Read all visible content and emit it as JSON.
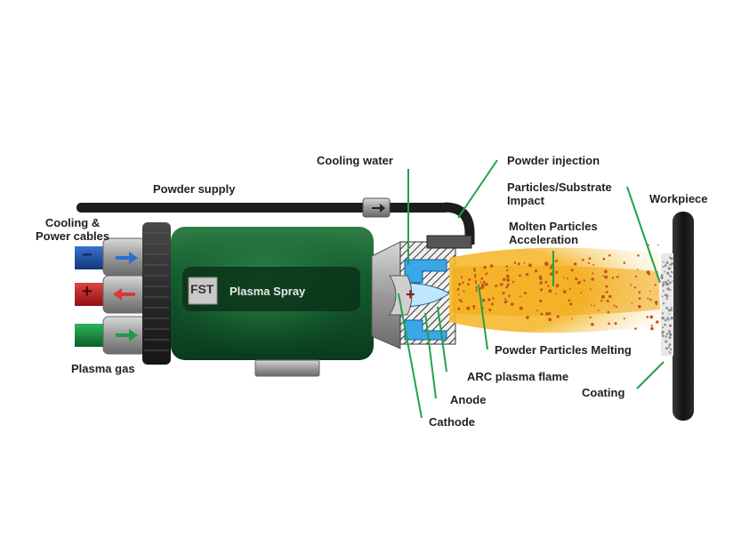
{
  "diagram": {
    "brand": {
      "logo": "FST",
      "product": "Plasma Spray"
    },
    "labels": {
      "cooling_water": "Cooling water",
      "powder_injection": "Powder injection",
      "powder_supply": "Powder supply",
      "particles_substrate_impact": "Particles/Substrate\nImpact",
      "workpiece": "Workpiece",
      "cooling_power_cables": "Cooling &\nPower cables",
      "molten_particles_acceleration": "Molten Particles\nAcceleration",
      "powder_particles_melting": "Powder Particles Melting",
      "arc_plasma_flame": "ARC plasma flame",
      "plasma_gas": "Plasma gas",
      "anode": "Anode",
      "coating": "Coating",
      "cathode": "Cathode"
    },
    "symbols": {
      "minus": "−",
      "plus": "+"
    },
    "icons": [
      "fitting-arrow-icon",
      "inlet-arrow-icon",
      "outlet-arrow-icon",
      "gas-arrow-icon"
    ],
    "colors": {
      "gun_body": "#0f5a2c",
      "gun_highlight": "#3f9e5c",
      "leader_line": "#20a24a",
      "cable_blue": "#1b4fa8",
      "cable_red": "#c61e24",
      "cable_green": "#148a3c",
      "water_channel": "#3aa7e8",
      "plasma_flame": "#f3b21a",
      "particle": "#c0551b",
      "workpiece": "#1e1e1e"
    }
  }
}
